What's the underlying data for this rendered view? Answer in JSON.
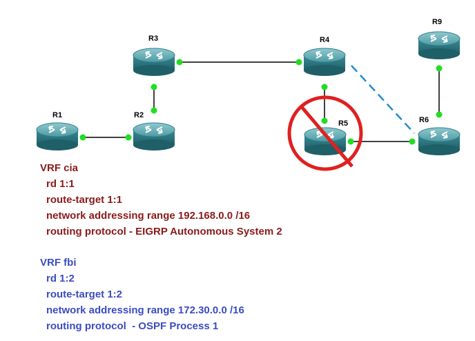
{
  "colors": {
    "link": "#000000",
    "port": "#22dd22",
    "dashed_link": "#1e8bd2",
    "router_body": "#2f7f8a",
    "failure_mark": "#e02020",
    "vrf_cia": "#8b1a1a",
    "vrf_fbi": "#3b4cc0"
  },
  "routers": [
    "R1",
    "R2",
    "R3",
    "R4",
    "R5",
    "R6",
    "R9"
  ],
  "failed_router": "R5",
  "vrf_cia": {
    "title": "VRF cia",
    "rd": "rd 1:1",
    "route_target": "route-target 1:1",
    "network": "network addressing range 192.168.0.0 /16",
    "routing": "routing protocol - EIGRP Autonomous System 2"
  },
  "vrf_fbi": {
    "title": "VRF fbi",
    "rd": "rd 1:2",
    "route_target": "route-target 1:2",
    "network": "network addressing range 172.30.0.0 /16",
    "routing": "routing protocol  - OSPF Process 1"
  }
}
